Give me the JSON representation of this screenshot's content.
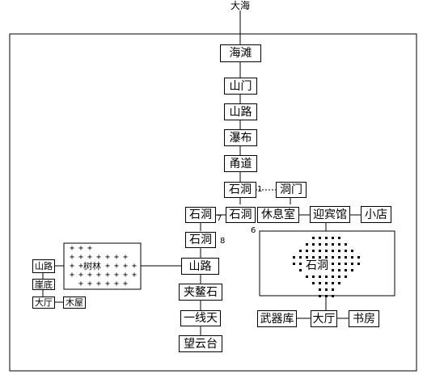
{
  "top_label": "大海",
  "nodes": {
    "beach": "海滩",
    "gate": "山门",
    "road1": "山路",
    "waterfall": "瀑布",
    "corridor": "甬道",
    "stonecave1": "石洞",
    "cavegate": "洞门",
    "stonecave7": "石洞",
    "stonecave2": "石洞",
    "rest": "休息室",
    "welcome": "迎宾馆",
    "shop": "小店",
    "stonecave8": "石洞",
    "road2": "山路",
    "boulder": "夹鳌石",
    "thread": "一线天",
    "watchtower": "望云台",
    "armory": "武器库",
    "hall": "大厅",
    "study": "书房",
    "leftroad": "山路",
    "cliff": "崖底",
    "lefthall": "大厅",
    "cabin": "木屋"
  },
  "numbers": {
    "n1": "1",
    "n6": "6",
    "n7": "7",
    "n8": "8"
  },
  "big_cave_label": "石洞",
  "forest_label": "树林"
}
